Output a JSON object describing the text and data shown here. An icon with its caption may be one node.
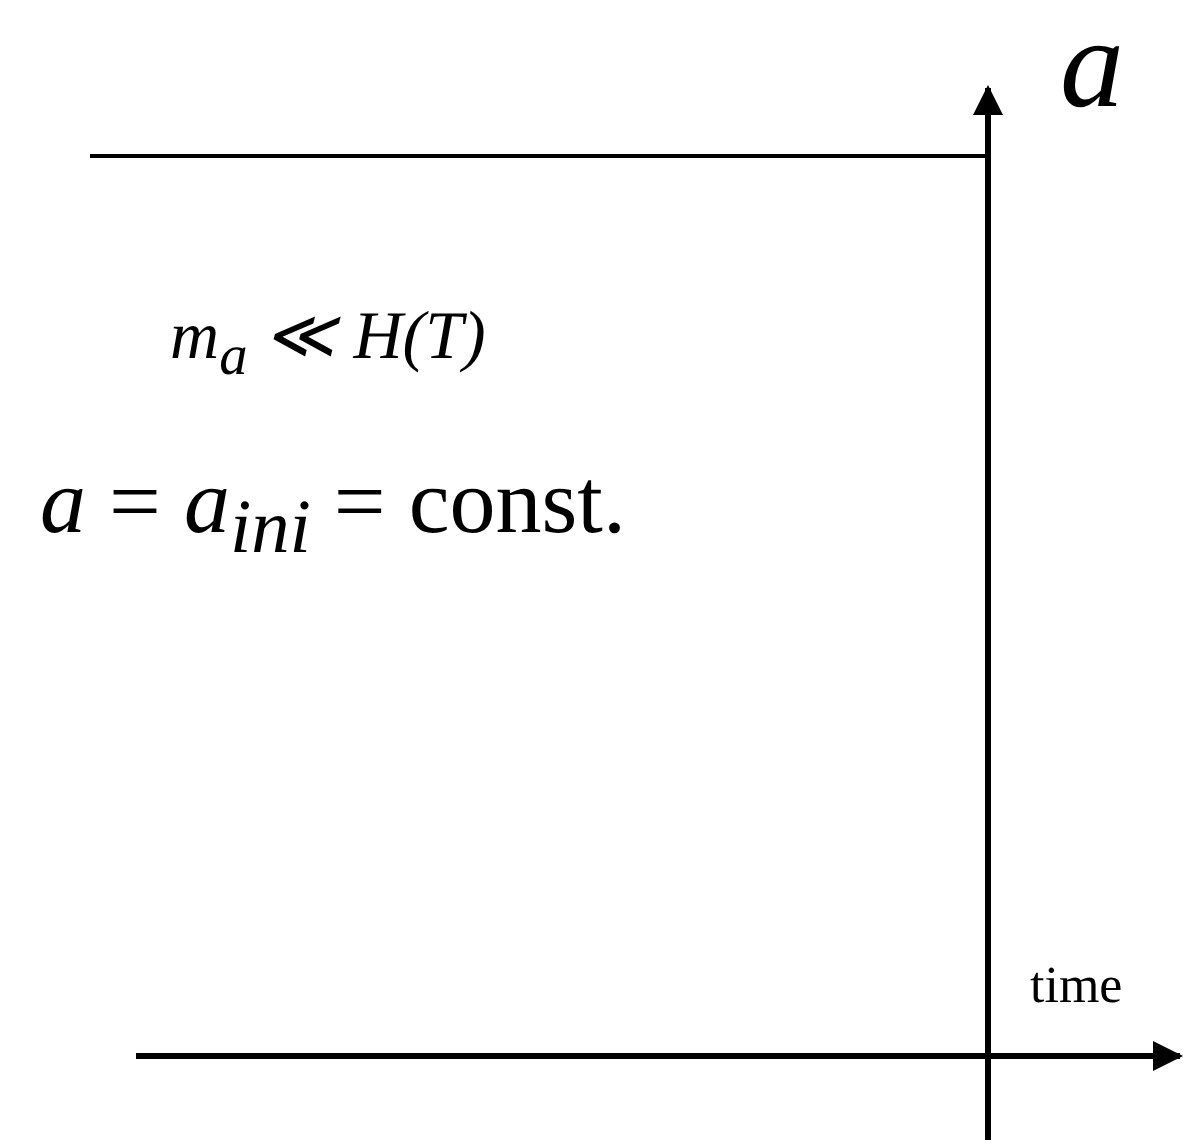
{
  "diagram": {
    "labels": [
      "*a*",
      "m$_{a}$ ≪ H(T)",
      "*a* = *a*$_{ini}$ = const.",
      "time"
    ]
  }
}
